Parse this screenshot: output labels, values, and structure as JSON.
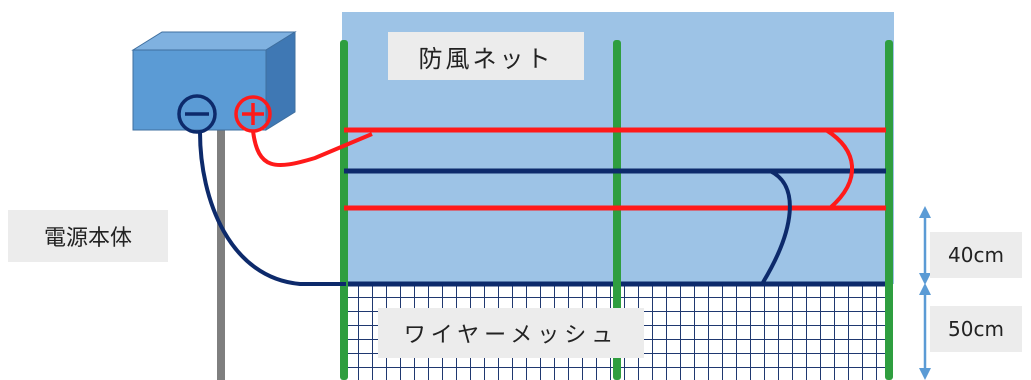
{
  "labels": {
    "net": "防風ネット",
    "power_unit": "電源本体",
    "wire_mesh": "ワイヤーメッシュ",
    "upper_height": "40cm",
    "lower_height": "50cm"
  },
  "terminals": {
    "negative": "−",
    "positive": "+"
  },
  "colors": {
    "net": "#9dc3e6",
    "box_front": "#5b9bd5",
    "box_top": "#7fb1e0",
    "box_side": "#3f78b4",
    "post": "#2f9e3f",
    "positive_wire": "#ff1a1a",
    "negative_wire": "#0d2a6b",
    "mesh": "#1f3870",
    "dimension_arrow": "#5b9bd5",
    "pole": "#808080"
  }
}
